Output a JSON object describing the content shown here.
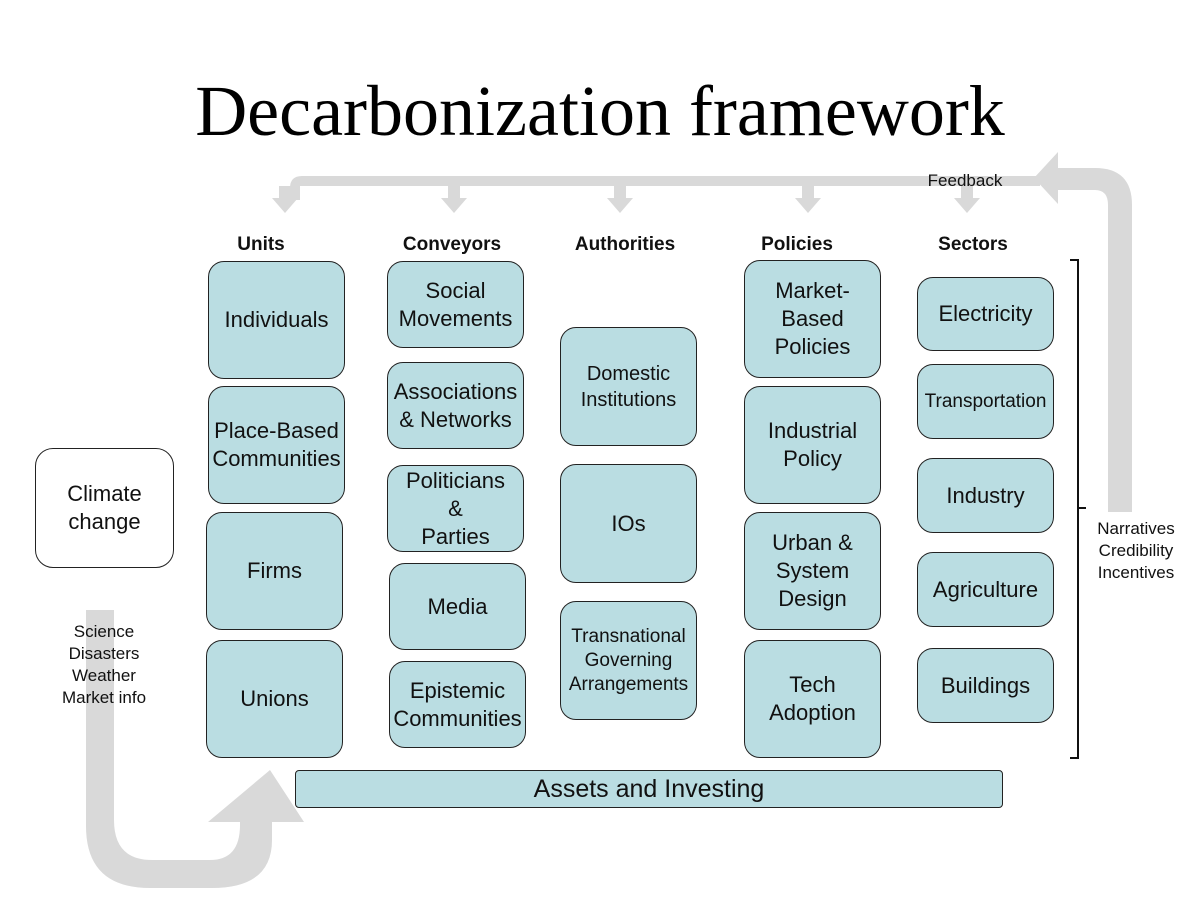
{
  "title": "Decarbonization framework",
  "feedback_label": "Feedback",
  "colors": {
    "box_fill": "#badde2",
    "arrow": "#d9d9d9",
    "border": "#222222"
  },
  "columns": [
    {
      "header": "Units",
      "items": [
        "Individuals",
        "Place-Based\nCommunities",
        "Firms",
        "Unions"
      ]
    },
    {
      "header": "Conveyors",
      "items": [
        "Social\nMovements",
        "Associations\n& Networks",
        "Politicians\n&\nParties",
        "Media",
        "Epistemic\nCommunities"
      ]
    },
    {
      "header": "Authorities",
      "items": [
        "Domestic\nInstitutions",
        "IOs",
        "Transnational\nGoverning\nArrangements"
      ]
    },
    {
      "header": "Policies",
      "items": [
        "Market-\nBased\nPolicies",
        "Industrial\nPolicy",
        "Urban &\nSystem\nDesign",
        "Tech\nAdoption"
      ]
    },
    {
      "header": "Sectors",
      "items": [
        "Electricity",
        "Transportation",
        "Industry",
        "Agriculture",
        "Buildings"
      ]
    }
  ],
  "climate_box": "Climate\nchange",
  "climate_inputs": "Science\nDisasters\nWeather\nMarket info",
  "sector_outputs": "Narratives\nCredibility\nIncentives",
  "assets_bar": "Assets and Investing"
}
